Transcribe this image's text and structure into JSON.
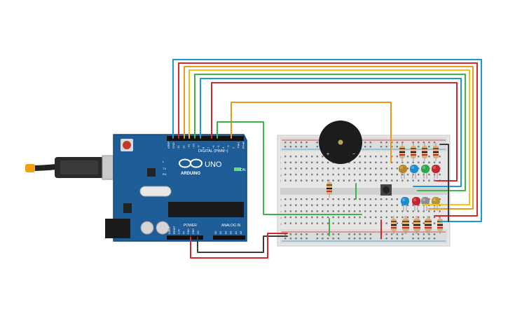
{
  "board": {
    "brand": "ARDUINO",
    "model": "UNO",
    "on_label": "ON",
    "digital_label": "DIGITAL (PWM~)",
    "power_label": "POWER",
    "analog_label": "ANALOG IN",
    "aref": "AREF",
    "gnd": "GND",
    "pins_digital": [
      "13",
      "12",
      "~11",
      "~10",
      "~9",
      "8",
      "7",
      "~6",
      "~5",
      "4",
      "~3",
      "2",
      "TX▸1",
      "RX◂0"
    ],
    "pins_power": [
      "IOREF",
      "RESET",
      "3.3V",
      "5V",
      "GND",
      "GND",
      "Vin"
    ],
    "pins_analog": [
      "A0",
      "A1",
      "A2",
      "A3",
      "A4",
      "A5"
    ],
    "led_l": "L",
    "led_tx": "TX",
    "led_rx": "RX"
  },
  "breadboard": {
    "rows_top": [
      "j",
      "i",
      "h",
      "g",
      "f"
    ],
    "rows_bottom": [
      "e",
      "d",
      "c",
      "b",
      "a"
    ]
  },
  "buzzer": {
    "plus": "+",
    "minus": "−"
  },
  "colors": {
    "board": "#1f5d99",
    "wire_blue": "#1a9ad6",
    "wire_red": "#d2282e",
    "wire_orange": "#e89b1a",
    "wire_yellow": "#f1c40f",
    "wire_green": "#3bb54a",
    "wire_black": "#3c3c3c"
  }
}
